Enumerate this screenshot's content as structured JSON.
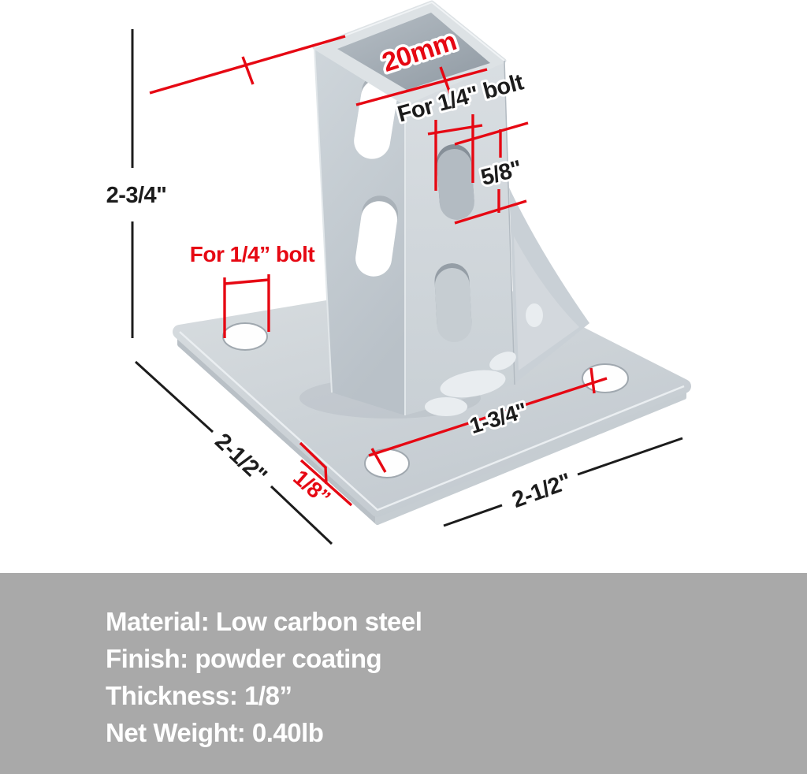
{
  "diagram": {
    "labels": {
      "channel_width": "20mm",
      "bolt_note_top": "For 1/4\" bolt",
      "slot_height": "5/8\"",
      "post_height": "2-3/4\"",
      "bolt_note_base": "For 1/4” bolt",
      "hole_spacing": "1-3/4\"",
      "plate_side_left": "2-1/2\"",
      "plate_thickness": "1/8”",
      "plate_side_right": "2-1/2\""
    },
    "colors": {
      "dimension_red": "#e60813",
      "dimension_black": "#1c1c1c",
      "metal_light": "#d3d9dd",
      "metal_mid": "#c8cfd5",
      "metal_shadow": "#99a2ab",
      "background": "#ffffff"
    }
  },
  "specs": {
    "panel_background": "#a9a9a9",
    "text_color": "#ffffff",
    "lines": [
      "Material: Low carbon steel",
      "Finish: powder coating",
      "Thickness: 1/8”",
      "Net Weight: 0.40lb"
    ]
  }
}
